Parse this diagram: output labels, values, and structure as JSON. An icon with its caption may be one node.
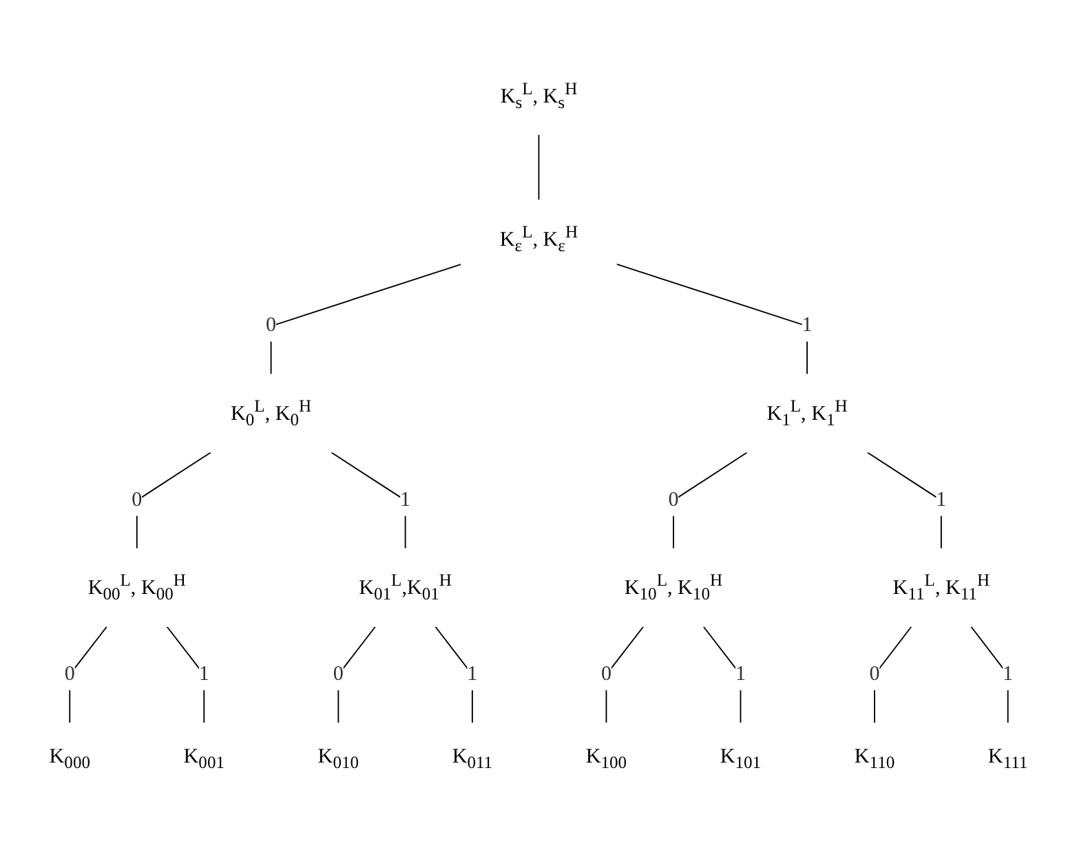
{
  "diagram": {
    "nodes": [
      {
        "text": [
          "K$_{s}$$^{L}$, K$_{s}$$^{H}$"
        ]
      },
      {
        "text": [
          "K$_{ε}$$^{L}$, K$_{ε}$$^{H}$"
        ]
      },
      {
        "text": [
          "K$_{0}$$^{L}$, K$_{0}$$^{H}$"
        ]
      },
      {
        "text": [
          "K$_{1}$$^{L}$, K$_{1}$$^{H}$"
        ]
      },
      {
        "text": [
          "K$_{00}$$^{L}$, K$_{00}$$^{H}$"
        ]
      },
      {
        "text": [
          "K$_{01}$$^{L}$,K$_{01}$$^{H}$"
        ]
      },
      {
        "text": [
          "K$_{10}$$^{L}$, K$_{10}$$^{H}$"
        ]
      },
      {
        "text": [
          "K$_{11}$$^{L}$, K$_{11}$$^{H}$"
        ]
      },
      {
        "text": [
          "K$_{000}$"
        ]
      },
      {
        "text": [
          "K$_{001}$"
        ]
      },
      {
        "text": [
          "K$_{010}$"
        ]
      },
      {
        "text": [
          "K$_{011}$"
        ]
      },
      {
        "text": [
          "K$_{100}$"
        ]
      },
      {
        "text": [
          "K$_{101}$"
        ]
      },
      {
        "text": [
          "K$_{110}$"
        ]
      },
      {
        "text": [
          "K$_{111}$"
        ]
      }
    ],
    "edges": [
      {
        "from": 0,
        "to": 1,
        "arrow": "none"
      },
      {
        "from": 1,
        "to": 2,
        "arrow": "none",
        "label": "0"
      },
      {
        "from": 1,
        "to": 3,
        "arrow": "none",
        "label": "1"
      },
      {
        "from": 2,
        "to": 4,
        "arrow": "none",
        "label": "0"
      },
      {
        "from": 2,
        "to": 5,
        "arrow": "none",
        "label": "1"
      },
      {
        "from": 3,
        "to": 6,
        "arrow": "none",
        "label": "0"
      },
      {
        "from": 3,
        "to": 7,
        "arrow": "none",
        "label": "1"
      },
      {
        "from": 4,
        "to": 8,
        "arrow": "none",
        "label": "0"
      },
      {
        "from": 4,
        "to": 9,
        "arrow": "none",
        "label": "1"
      },
      {
        "from": 5,
        "to": 10,
        "arrow": "none",
        "label": "0"
      },
      {
        "from": 5,
        "to": 11,
        "arrow": "none",
        "label": "1"
      },
      {
        "from": 6,
        "to": 12,
        "arrow": "none",
        "label": "0"
      },
      {
        "from": 6,
        "to": 13,
        "arrow": "none",
        "label": "1"
      },
      {
        "from": 7,
        "to": 14,
        "arrow": "none",
        "label": "0"
      },
      {
        "from": 7,
        "to": 15,
        "arrow": "none",
        "label": "1"
      }
    ]
  }
}
